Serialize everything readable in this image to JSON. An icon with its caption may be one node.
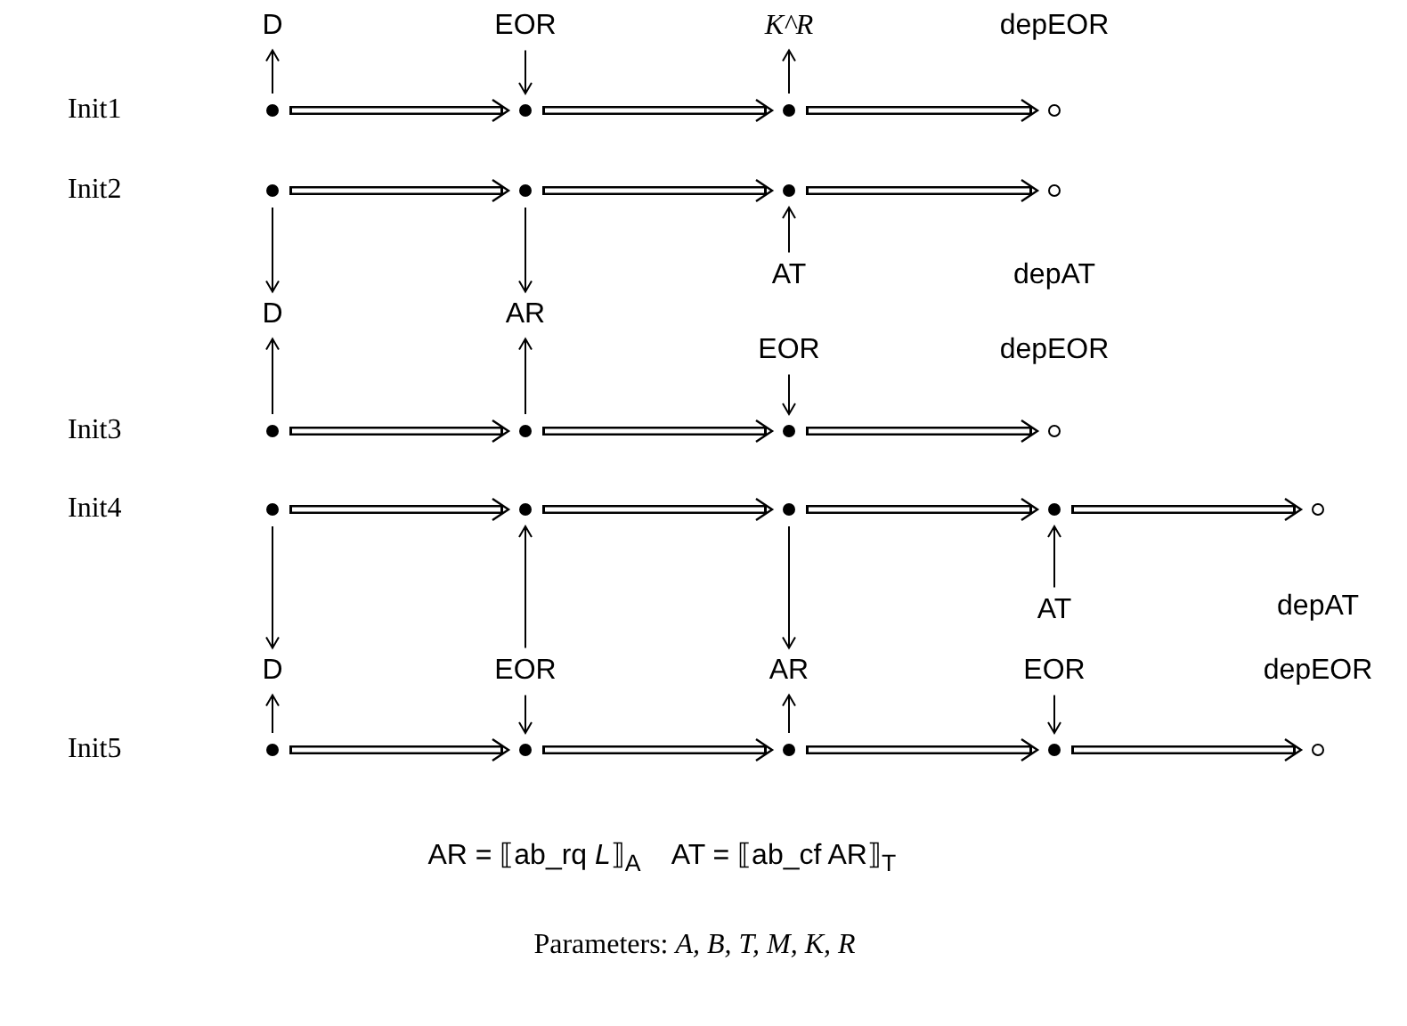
{
  "diagram": {
    "nodes": [
      {
        "text": [
          "D"
        ]
      },
      {
        "text": [
          "EOR"
        ]
      },
      {
        "text": [
          "K^R"
        ]
      },
      {
        "text": [],
        "shape": "dot"
      },
      {
        "text": [],
        "shape": "dot"
      },
      {
        "text": [],
        "shape": "dot"
      },
      {
        "text": [],
        "shape": "circle",
        "beside": [
          "depEOR"
        ]
      },
      {
        "text": [],
        "shape": "dot"
      },
      {
        "text": [],
        "shape": "dot"
      },
      {
        "text": [],
        "shape": "dot"
      },
      {
        "text": [],
        "shape": "circle",
        "beside": [
          "depAT"
        ]
      },
      {
        "text": [
          "AT"
        ]
      },
      {
        "text": [
          "D"
        ]
      },
      {
        "text": [
          "AR"
        ]
      },
      {
        "text": [
          "EOR"
        ]
      },
      {
        "text": [],
        "shape": "dot"
      },
      {
        "text": [],
        "shape": "dot"
      },
      {
        "text": [],
        "shape": "dot"
      },
      {
        "text": [],
        "shape": "circle",
        "beside": [
          "depEOR"
        ]
      },
      {
        "text": [],
        "shape": "dot"
      },
      {
        "text": [],
        "shape": "dot"
      },
      {
        "text": [],
        "shape": "dot"
      },
      {
        "text": [],
        "shape": "dot"
      },
      {
        "text": [],
        "shape": "circle",
        "beside": [
          "depAT"
        ]
      },
      {
        "text": [
          "AT"
        ]
      },
      {
        "text": [
          "D"
        ]
      },
      {
        "text": [
          "EOR"
        ]
      },
      {
        "text": [
          "AR"
        ]
      },
      {
        "text": [
          "EOR"
        ]
      },
      {
        "text": [],
        "shape": "dot"
      },
      {
        "text": [],
        "shape": "dot"
      },
      {
        "text": [],
        "shape": "dot"
      },
      {
        "text": [],
        "shape": "dot"
      },
      {
        "text": [],
        "shape": "circle",
        "beside": [
          "depEOR"
        ]
      }
    ],
    "edges": [
      {
        "from": 3,
        "to": 4,
        "arrow": "to",
        "style": "thick"
      },
      {
        "from": 4,
        "to": 5,
        "arrow": "to",
        "style": "thick"
      },
      {
        "from": 5,
        "to": 6,
        "arrow": "to",
        "style": "thick"
      },
      {
        "from": 3,
        "to": 0,
        "arrow": "to"
      },
      {
        "from": 1,
        "to": 4,
        "arrow": "to"
      },
      {
        "from": 5,
        "to": 2,
        "arrow": "to"
      },
      {
        "from": 7,
        "to": 8,
        "arrow": "to",
        "style": "thick"
      },
      {
        "from": 8,
        "to": 9,
        "arrow": "to",
        "style": "thick"
      },
      {
        "from": 9,
        "to": 10,
        "arrow": "to",
        "style": "thick"
      },
      {
        "from": 7,
        "to": 12,
        "arrow": "to"
      },
      {
        "from": 8,
        "to": 13,
        "arrow": "to"
      },
      {
        "from": 11,
        "to": 9,
        "arrow": "to"
      },
      {
        "from": 15,
        "to": 16,
        "arrow": "to",
        "style": "thick"
      },
      {
        "from": 16,
        "to": 17,
        "arrow": "to",
        "style": "thick"
      },
      {
        "from": 17,
        "to": 18,
        "arrow": "to",
        "style": "thick"
      },
      {
        "from": 15,
        "to": 12,
        "arrow": "to"
      },
      {
        "from": 16,
        "to": 13,
        "arrow": "to"
      },
      {
        "from": 14,
        "to": 17,
        "arrow": "to"
      },
      {
        "from": 19,
        "to": 20,
        "arrow": "to",
        "style": "thick"
      },
      {
        "from": 20,
        "to": 21,
        "arrow": "to",
        "style": "thick"
      },
      {
        "from": 21,
        "to": 22,
        "arrow": "to",
        "style": "thick"
      },
      {
        "from": 22,
        "to": 23,
        "arrow": "to",
        "style": "thick"
      },
      {
        "from": 19,
        "to": 25,
        "arrow": "to"
      },
      {
        "from": 26,
        "to": 20,
        "arrow": "to"
      },
      {
        "from": 21,
        "to": 27,
        "arrow": "to"
      },
      {
        "from": 24,
        "to": 22,
        "arrow": "to"
      },
      {
        "from": 29,
        "to": 30,
        "arrow": "to",
        "style": "thick"
      },
      {
        "from": 30,
        "to": 31,
        "arrow": "to",
        "style": "thick"
      },
      {
        "from": 31,
        "to": 32,
        "arrow": "to",
        "style": "thick"
      },
      {
        "from": 32,
        "to": 33,
        "arrow": "to",
        "style": "thick"
      },
      {
        "from": 29,
        "to": 25,
        "arrow": "to"
      },
      {
        "from": 26,
        "to": 30,
        "arrow": "to"
      },
      {
        "from": 31,
        "to": 27,
        "arrow": "to"
      },
      {
        "from": 28,
        "to": 32,
        "arrow": "to"
      }
    ],
    "labels": [
      "Init1",
      "Init2",
      "Init3",
      "Init4",
      "Init5",
      "AR = ⟦ab_rq *L*⟧$_{A}$",
      "AT = ⟦ab_cf AR⟧$_{T}$",
      "Parameters:   *A, B, T, M, K, R*"
    ]
  }
}
